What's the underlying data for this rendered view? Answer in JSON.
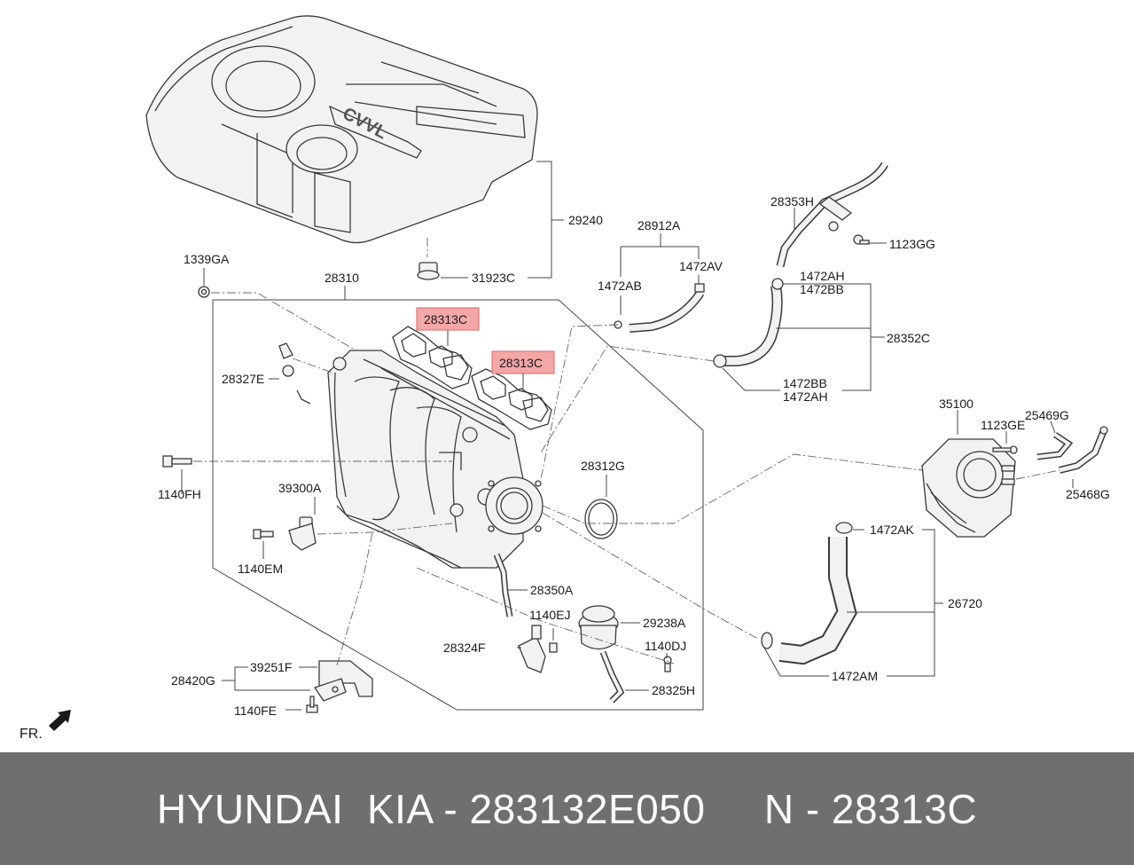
{
  "labels": {
    "l29240": "29240",
    "l31923C": "31923C",
    "l1339GA": "1339GA",
    "l28310": "28310",
    "l28313C_a": "28313C",
    "l28313C_b": "28313C",
    "l28327E": "28327E",
    "l1140FH": "1140FH",
    "l39300A": "39300A",
    "l1140EM": "1140EM",
    "l28912A": "28912A",
    "l1472AV": "1472AV",
    "l1472AB": "1472AB",
    "l28353H": "28353H",
    "l1123GG": "1123GG",
    "l1472AH_a": "1472AH",
    "l1472BB_a": "1472BB",
    "l28352C": "28352C",
    "l1472BB_b": "1472BB",
    "l1472AH_b": "1472AH",
    "l28312G": "28312G",
    "l35100": "35100",
    "l1123GE": "1123GE",
    "l25469G": "25469G",
    "l25468G": "25468G",
    "l1472AK": "1472AK",
    "l26720": "26720",
    "l1472AM": "1472AM",
    "l28350A": "28350A",
    "l1140EJ": "1140EJ",
    "l29238A": "29238A",
    "l28324F": "28324F",
    "l1140DJ": "1140DJ",
    "l28325H": "28325H",
    "l39251F": "39251F",
    "l28420G": "28420G",
    "l1140FE": "1140FE",
    "fr": "FR."
  },
  "cover_logo": "CVVL",
  "highlight_color": "#f4a7a7",
  "footer_text": "HYUNDAI  KIA - 283132E050     N - 28313C"
}
